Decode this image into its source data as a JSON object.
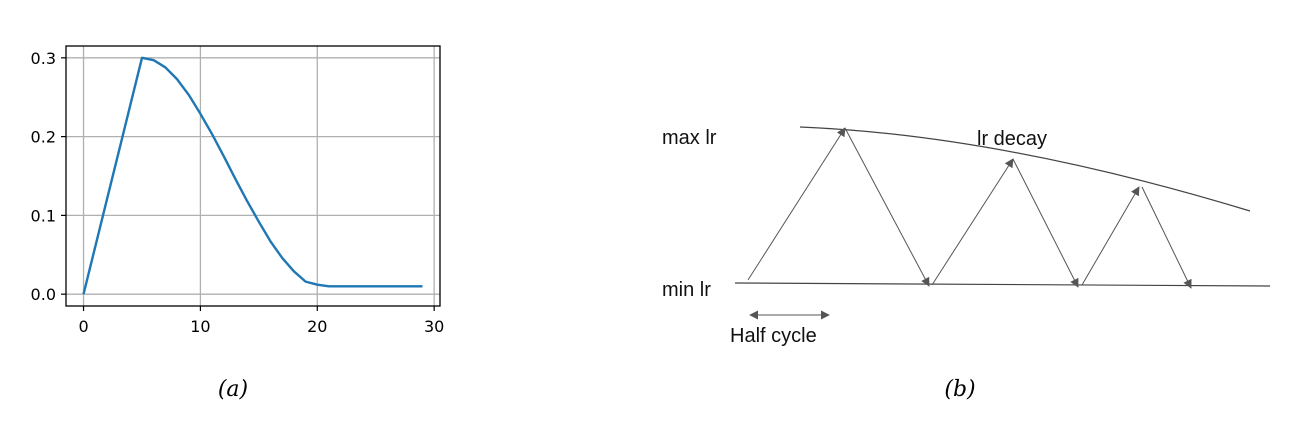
{
  "chart_data": [
    {
      "type": "line",
      "title": "",
      "xlabel": "",
      "ylabel": "",
      "xlim": [
        -1.5,
        30.5
      ],
      "ylim": [
        -0.015,
        0.315
      ],
      "xticks": [
        0,
        10,
        20,
        30
      ],
      "xtick_labels": [
        "0",
        "10",
        "20",
        "30"
      ],
      "yticks": [
        0.0,
        0.1,
        0.2,
        0.3
      ],
      "ytick_labels": [
        "0.0",
        "0.1",
        "0.2",
        "0.3"
      ],
      "grid": true,
      "series": [
        {
          "color": "#1f77b4",
          "x": [
            0,
            1,
            2,
            3,
            4,
            5,
            6,
            7,
            8,
            9,
            10,
            11,
            12,
            13,
            14,
            15,
            16,
            17,
            18,
            19,
            20,
            21,
            22,
            23,
            24,
            25,
            26,
            27,
            28,
            29
          ],
          "y": [
            0.0,
            0.06,
            0.12,
            0.18,
            0.24,
            0.3,
            0.297,
            0.288,
            0.273,
            0.253,
            0.229,
            0.203,
            0.175,
            0.146,
            0.118,
            0.092,
            0.067,
            0.046,
            0.029,
            0.016,
            0.012,
            0.01,
            0.01,
            0.01,
            0.01,
            0.01,
            0.01,
            0.01,
            0.01,
            0.01
          ]
        }
      ],
      "caption": "(a)"
    }
  ],
  "diagram": {
    "labels": {
      "max_lr": "max lr",
      "min_lr": "min lr",
      "lr_decay": "lr decay",
      "half_cycle": "Half cycle"
    },
    "caption": "(b)"
  }
}
